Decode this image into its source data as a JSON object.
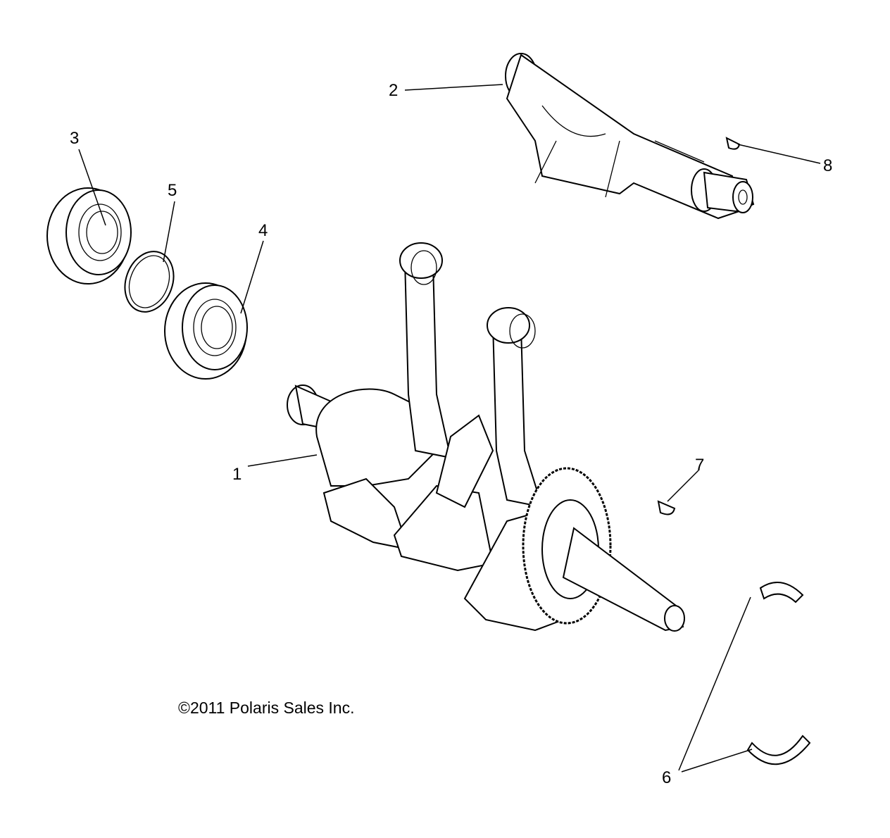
{
  "diagram": {
    "callouts": [
      "1",
      "2",
      "3",
      "4",
      "5",
      "6",
      "7",
      "8"
    ],
    "copyright": "©2011 Polaris Sales Inc.",
    "parts": [
      {
        "callout": "1",
        "name": "crankshaft-assembly"
      },
      {
        "callout": "2",
        "name": "balance-shaft"
      },
      {
        "callout": "3",
        "name": "bearing"
      },
      {
        "callout": "4",
        "name": "bearing"
      },
      {
        "callout": "5",
        "name": "spacer-ring"
      },
      {
        "callout": "6",
        "name": "bearing-shell"
      },
      {
        "callout": "7",
        "name": "woodruff-key"
      },
      {
        "callout": "8",
        "name": "woodruff-key"
      }
    ]
  }
}
